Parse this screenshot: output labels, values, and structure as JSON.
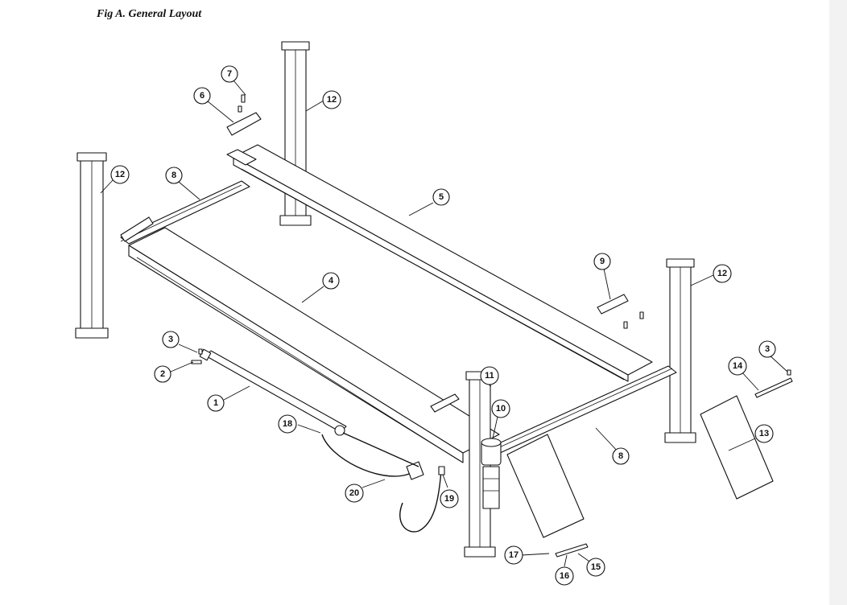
{
  "figure": {
    "title": "Fig A.  General Layout"
  },
  "callouts": {
    "c1": "1",
    "c2": "2",
    "c3a": "3",
    "c3b": "3",
    "c4": "4",
    "c5": "5",
    "c6": "6",
    "c7": "7",
    "c8a": "8",
    "c8b": "8",
    "c9": "9",
    "c10": "10",
    "c11": "11",
    "c12a": "12",
    "c12b": "12",
    "c12c": "12",
    "c13": "13",
    "c14": "14",
    "c15": "15",
    "c16": "16",
    "c17": "17",
    "c18": "18",
    "c19": "19",
    "c20": "20"
  }
}
